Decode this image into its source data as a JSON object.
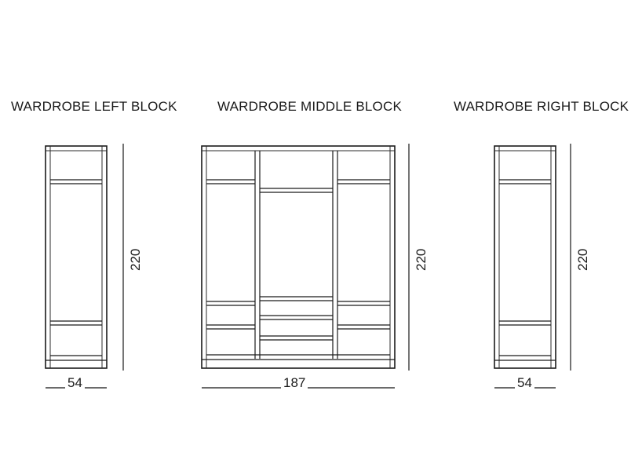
{
  "drawing": {
    "type": "technical-elevation-drawing",
    "subject": "Wardrobe block elevations",
    "units": "cm",
    "line_color": "#1a1a1a",
    "background_color": "#ffffff"
  },
  "blocks": [
    {
      "id": "left",
      "title": "WARDROBE LEFT BLOCK",
      "width": "54",
      "height": "220",
      "columns": 1,
      "shelves": [
        "top shelf",
        "lower shelf",
        "base plinth"
      ]
    },
    {
      "id": "middle",
      "title": "WARDROBE MIDDLE BLOCK",
      "width": "187",
      "height": "220",
      "columns": 3,
      "shelves": [
        "top shelves",
        "mid shelves",
        "three drawers",
        "base plinth"
      ]
    },
    {
      "id": "right",
      "title": "WARDROBE RIGHT BLOCK",
      "width": "54",
      "height": "220",
      "columns": 1,
      "shelves": [
        "top shelf",
        "lower shelf",
        "base plinth"
      ]
    }
  ],
  "dimensions": {
    "left": {
      "width_label": "54",
      "height_label": "220"
    },
    "middle": {
      "width_label": "187",
      "height_label": "220"
    },
    "right": {
      "width_label": "54",
      "height_label": "220"
    }
  }
}
